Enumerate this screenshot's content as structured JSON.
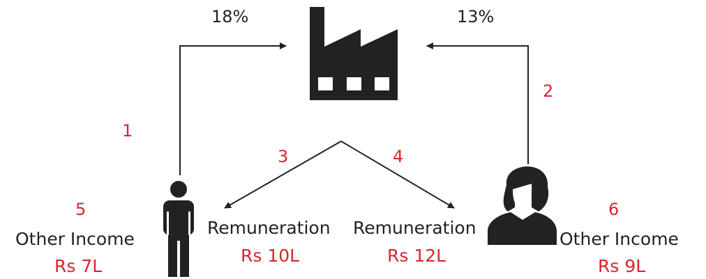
{
  "colors": {
    "ink": "#222222",
    "accent": "#d7262e",
    "background": "#ffffff"
  },
  "icons": {
    "factory": "factory-icon",
    "man": "man-icon",
    "woman": "woman-icon"
  },
  "flows": {
    "left_share": "18%",
    "right_share": "13%",
    "step1": "1",
    "step2": "2",
    "step3": "3",
    "step4": "4",
    "step5": "5",
    "step6": "6"
  },
  "left_person": {
    "caption": "Other Income",
    "amount": "Rs 7L"
  },
  "right_person": {
    "caption": "Other Income",
    "amount": "Rs 9L"
  },
  "remuneration_left": {
    "caption": "Remuneration",
    "amount": "Rs 10L"
  },
  "remuneration_right": {
    "caption": "Remuneration",
    "amount": "Rs 12L"
  }
}
